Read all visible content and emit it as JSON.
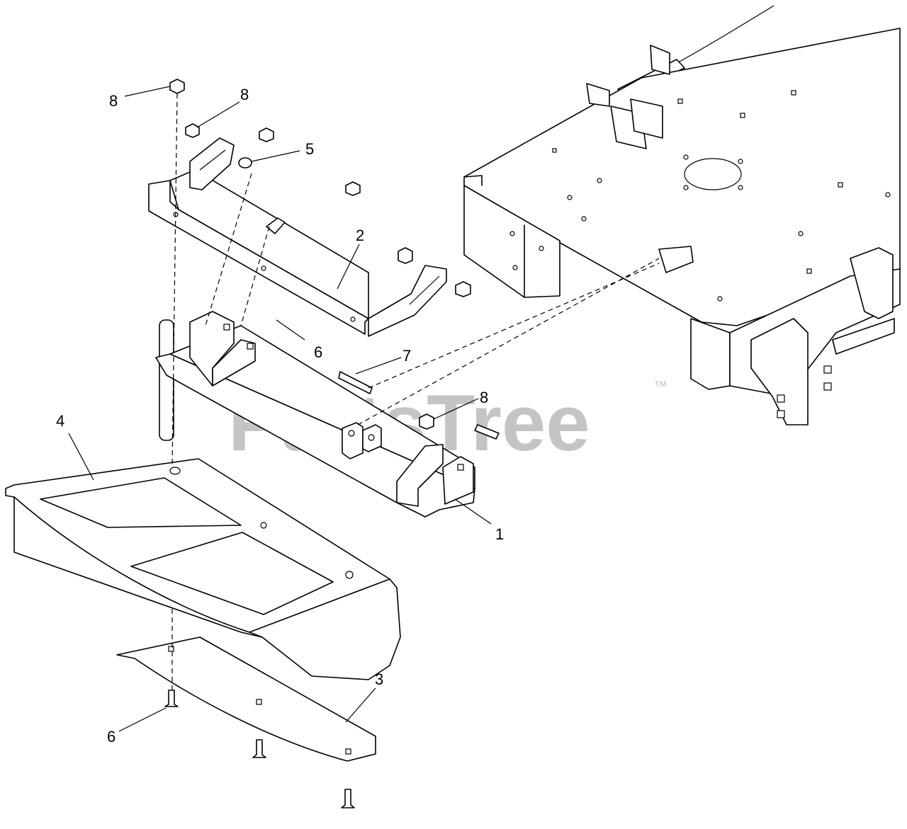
{
  "watermark": {
    "text": "PartsTree",
    "trademark": "™"
  },
  "callouts": [
    {
      "id": "callout-8-top-left",
      "label": "8"
    },
    {
      "id": "callout-8-top",
      "label": "8"
    },
    {
      "id": "callout-5",
      "label": "5"
    },
    {
      "id": "callout-2",
      "label": "2"
    },
    {
      "id": "callout-6-mid",
      "label": "6"
    },
    {
      "id": "callout-7",
      "label": "7"
    },
    {
      "id": "callout-8-mid",
      "label": "8"
    },
    {
      "id": "callout-4",
      "label": "4"
    },
    {
      "id": "callout-1",
      "label": "1"
    },
    {
      "id": "callout-3",
      "label": "3"
    },
    {
      "id": "callout-6-bottom",
      "label": "6"
    }
  ]
}
